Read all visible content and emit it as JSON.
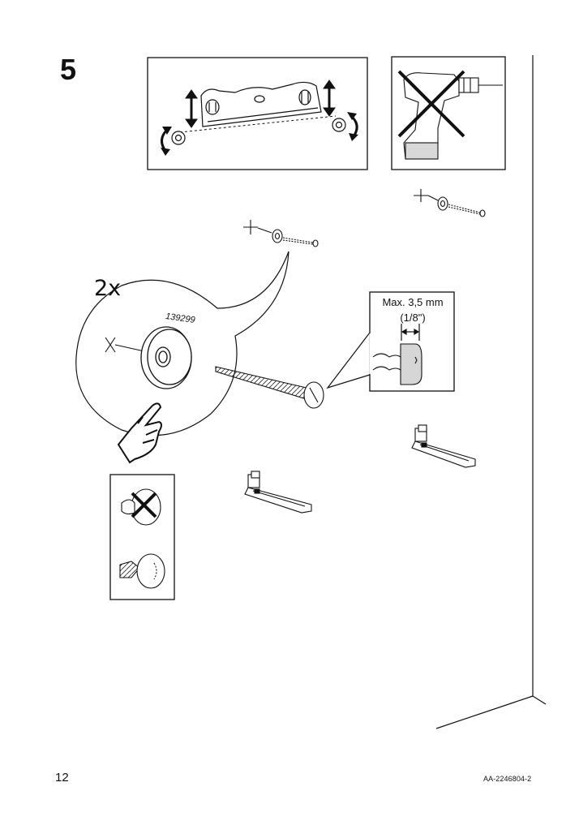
{
  "step": {
    "number": "5"
  },
  "callout": {
    "quantity": "2x",
    "part_number": "139299"
  },
  "detail": {
    "gap_line1": "Max. 3,5 mm",
    "gap_line2": "(1/8\")"
  },
  "footer": {
    "page_number": "12",
    "doc_code": "AA-2246804-2"
  }
}
